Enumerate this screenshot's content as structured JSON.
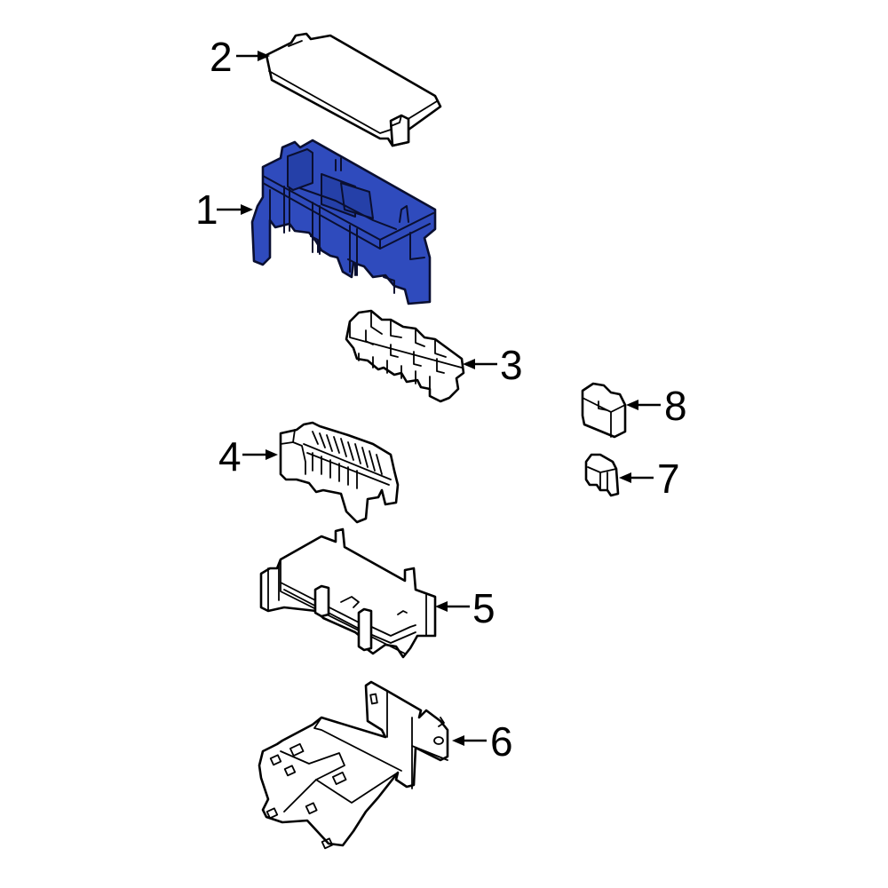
{
  "diagram": {
    "type": "exploded-parts-diagram",
    "subject": "Fuse / relay box assembly",
    "highlight_color": "#2f4bbd",
    "line_color": "#000000",
    "background": "#ffffff",
    "callouts": [
      {
        "number": "1",
        "part": "fuse-box-housing",
        "highlighted": true
      },
      {
        "number": "2",
        "part": "fuse-box-cover",
        "highlighted": false
      },
      {
        "number": "3",
        "part": "relay-block",
        "highlighted": false
      },
      {
        "number": "4",
        "part": "fuse-holder-block",
        "highlighted": false
      },
      {
        "number": "5",
        "part": "lower-cover",
        "highlighted": false
      },
      {
        "number": "6",
        "part": "mounting-bracket",
        "highlighted": false
      },
      {
        "number": "7",
        "part": "mini-fuse",
        "highlighted": false
      },
      {
        "number": "8",
        "part": "relay",
        "highlighted": false
      }
    ]
  }
}
